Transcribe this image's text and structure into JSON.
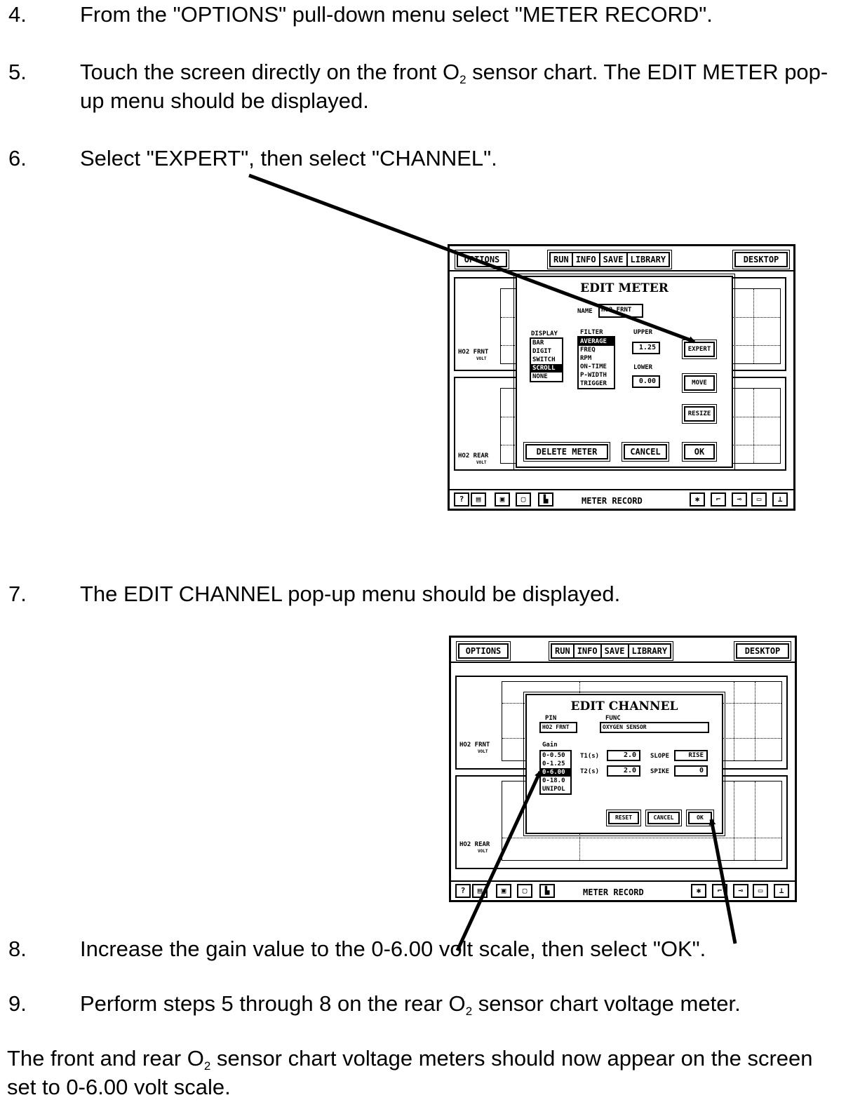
{
  "steps": [
    {
      "num": "4.",
      "text": "From the \"OPTIONS\" pull-down menu select \"METER RECORD\"."
    },
    {
      "num": "5.",
      "text_a": "Touch the screen directly on the front O",
      "sub": "2",
      "text_b": " sensor chart. The EDIT METER pop-up menu should be displayed."
    },
    {
      "num": "6.",
      "text": "Select \"EXPERT\", then select \"CHANNEL\"."
    },
    {
      "num": "7.",
      "text": "The EDIT CHANNEL pop-up menu should be displayed."
    },
    {
      "num": "8.",
      "text": "Increase the gain value to the 0-6.00 volt scale, then select \"OK\"."
    },
    {
      "num": "9.",
      "text_a": "Perform steps 5 through 8 on the rear O",
      "sub": "2",
      "text_b": " sensor chart voltage meter."
    }
  ],
  "closing": {
    "text_a": "The front and rear O",
    "sub": "2",
    "text_b": " sensor chart voltage meters should now appear on the screen set to 0-6.00 volt scale."
  },
  "screen1": {
    "options": "OPTIONS",
    "run": "RUN",
    "info": "INFO",
    "save": "SAVE",
    "library": "LIBRARY",
    "desktop": "DESKTOP",
    "meter_front": "HO2 FRNT",
    "meter_front_unit": "VOLT",
    "meter_rear": "HO2 REAR",
    "meter_rear_unit": "VOLT",
    "status": "METER RECORD",
    "popup": {
      "title": "EDIT METER",
      "name_label": "NAME",
      "name_value": "HO2 FRNT",
      "display_label": "DISPLAY",
      "display_items": [
        "BAR",
        "DIGIT",
        "SWITCH",
        "SCROLL",
        "NONE"
      ],
      "filter_label": "FILTER",
      "filter_items": [
        "AVERAGE",
        "FREQ",
        "RPM",
        "ON-TIME",
        "P-WIDTH",
        "TRIGGER"
      ],
      "upper_label": "UPPER",
      "upper_value": "1.25",
      "lower_label": "LOWER",
      "lower_value": "0.00",
      "expert": "EXPERT",
      "move": "MOVE",
      "resize": "RESIZE",
      "delete": "DELETE METER",
      "cancel": "CANCEL",
      "ok": "OK"
    }
  },
  "screen2": {
    "options": "OPTIONS",
    "run": "RUN",
    "info": "INFO",
    "save": "SAVE",
    "library": "LIBRARY",
    "desktop": "DESKTOP",
    "meter_front": "HO2 FRNT",
    "meter_front_unit": "VOLT",
    "meter_rear": "HO2 REAR",
    "meter_rear_unit": "VOLT",
    "status": "METER RECORD",
    "popup": {
      "title": "EDIT CHANNEL",
      "pin_label": "PIN",
      "pin_value": "HO2 FRNT",
      "func_label": "FUNC",
      "func_value": "OXYGEN SENSOR",
      "gain_label": "Gain",
      "gain_items": [
        "0-0.50",
        "0-1.25",
        "0-6.00",
        "0-18.0",
        "UNIPOL"
      ],
      "t1_label": "T1(s)",
      "t1_value": "2.0",
      "t2_label": "T2(s)",
      "t2_value": "2.0",
      "slope_label": "SLOPE",
      "slope_value": "RISE",
      "spike_label": "SPIKE",
      "spike_value": "0",
      "reset": "RESET",
      "cancel": "CANCEL",
      "ok": "OK"
    }
  }
}
